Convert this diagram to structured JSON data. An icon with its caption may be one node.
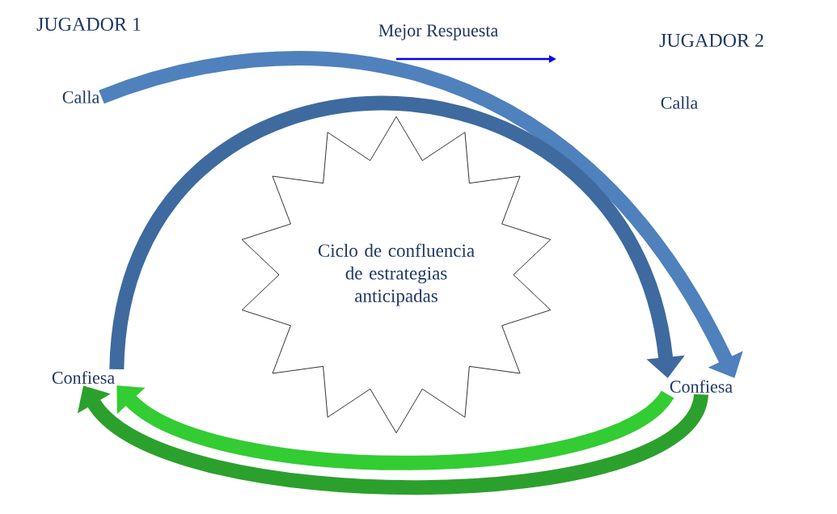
{
  "diagram": {
    "nodes": [
      {
        "text": [
          "Calla"
        ]
      },
      {
        "text": [
          "Calla"
        ]
      },
      {
        "text": [
          "Confiesa"
        ]
      },
      {
        "text": [
          "Confiesa"
        ]
      },
      {
        "text": [
          "Ciclo de confluencia de estrategias anticipadas"
        ]
      }
    ],
    "edges": [
      {
        "from": 0,
        "to": 3,
        "arrow": "to",
        "color": "#4f81bd"
      },
      {
        "from": 2,
        "to": 3,
        "arrow": "to",
        "color": "#3e6a9f"
      },
      {
        "from": 3,
        "to": 2,
        "arrow": "to",
        "color": "#2ca02c"
      },
      {
        "from": 3,
        "to": 2,
        "arrow": "to",
        "color": "#33cc33"
      }
    ],
    "labels": [
      "JUGADOR 1",
      "JUGADOR 2"
    ],
    "legend": [
      {
        "text": "Mejor Respuesta"
      }
    ]
  }
}
